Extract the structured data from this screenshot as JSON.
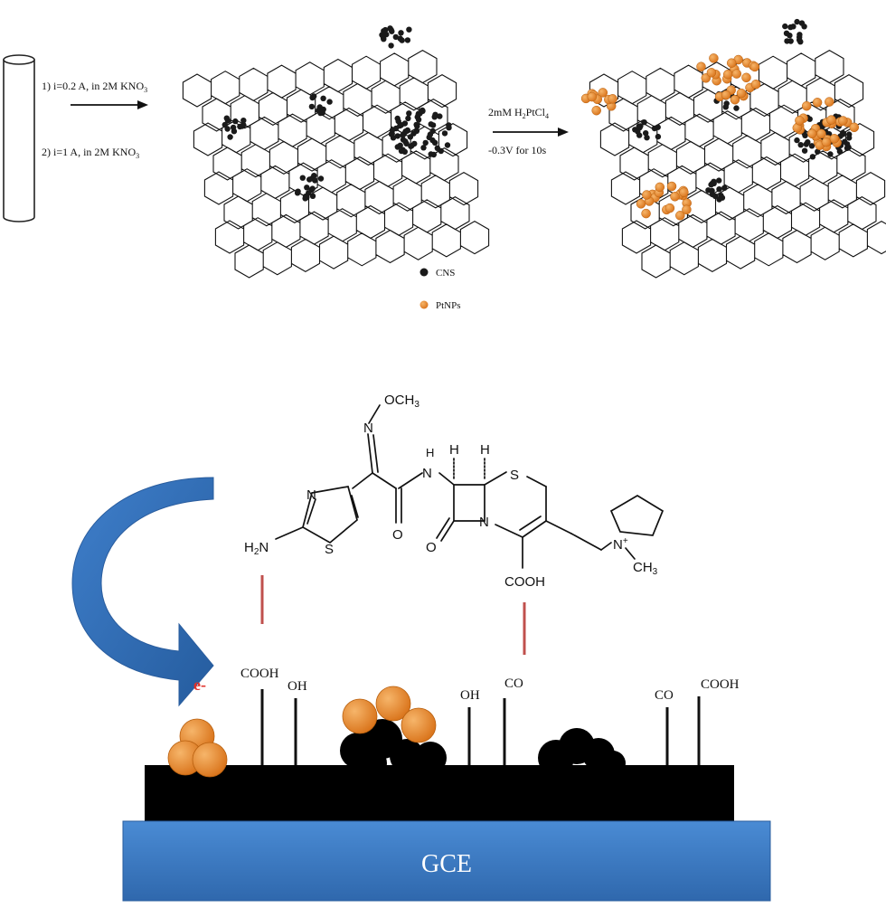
{
  "step1": {
    "condition_1": "1) i=0.2 A, in  2M KNO",
    "condition_1_sub": "3",
    "condition_2": "2) i=1 A, in 2M KNO",
    "condition_2_sub": "3"
  },
  "step2": {
    "reagent_prefix": "2mM H",
    "reagent_sub1": "2",
    "reagent_mid": "PtCl",
    "reagent_sub2": "4",
    "potential": "-0.3V for 10s"
  },
  "legend": {
    "items": [
      {
        "label": "CNS",
        "color": "#1a1a1a"
      },
      {
        "label": "PtNPs",
        "color": "#e8892b"
      }
    ]
  },
  "molecule": {
    "och3_prefix": "OCH",
    "och3_sub": "3",
    "n_imine": "N",
    "nh": "H",
    "nh_n": "N",
    "h_top1": "H",
    "h_top2": "H",
    "s_ring": "S",
    "n_thiazole": "N",
    "s_thiazole": "S",
    "h2n_prefix": "H",
    "h2n_sub": "2",
    "h2n_suffix": "N",
    "o_lactam": "O",
    "n_lactam": "N",
    "cooh": "COOH",
    "n_plus": "N",
    "plus": "+",
    "ch3_prefix": "CH",
    "ch3_sub": "3",
    "o_amide": "O"
  },
  "electrode": {
    "electron_label": "e-",
    "groups": [
      "COOH",
      "OH",
      "OH",
      "CO",
      "CO",
      "COOH"
    ],
    "base_label": "GCE"
  },
  "colors": {
    "cns": "#1a1a1a",
    "ptnps": "#e8892b",
    "gce": "#3d7ec9",
    "arrow_blue": "#2f6fb8",
    "interaction_line": "#c0504d",
    "electron": "#e0302a"
  }
}
